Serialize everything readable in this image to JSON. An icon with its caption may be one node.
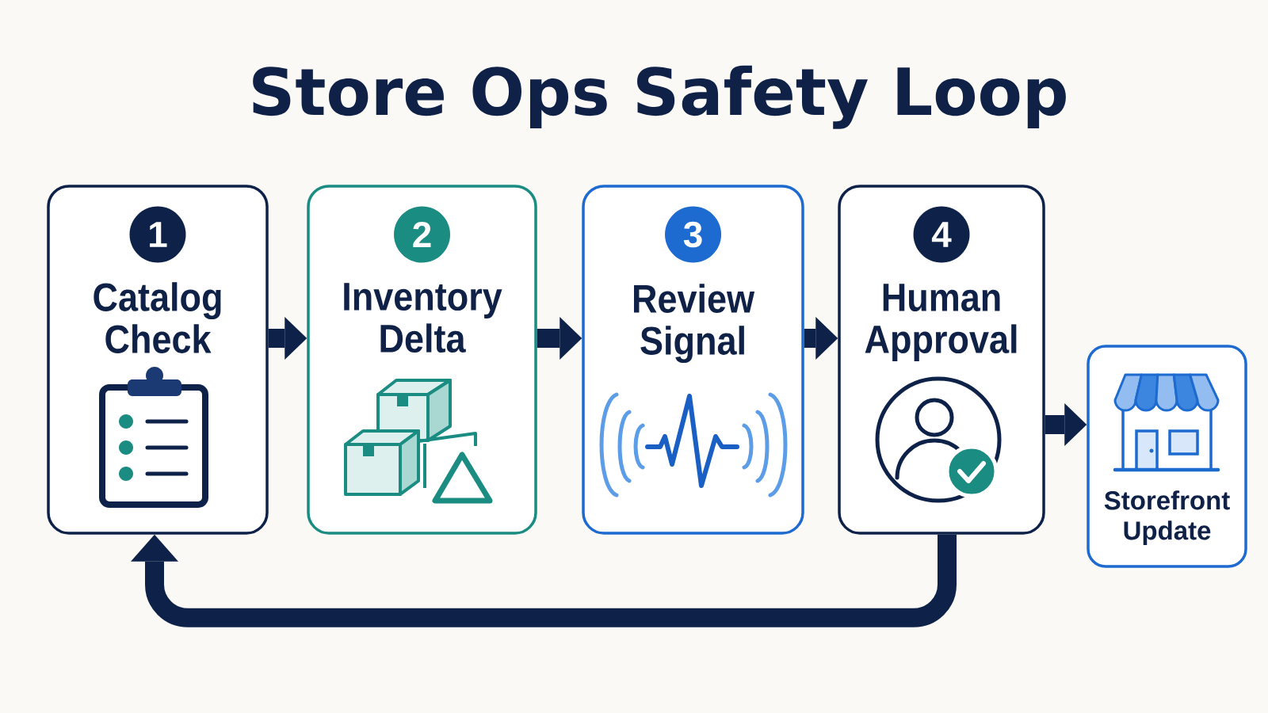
{
  "diagram": {
    "title": "Store Ops Safety Loop",
    "nodes": [
      {
        "text": [
          "Catalog Check"
        ]
      },
      {
        "text": [
          "1"
        ],
        "in": 0
      },
      {
        "text": [
          "Inventory Delta"
        ]
      },
      {
        "text": [
          "2"
        ],
        "in": 2
      },
      {
        "text": [
          "Review Signal"
        ]
      },
      {
        "text": [
          "3"
        ],
        "in": 4
      },
      {
        "text": [
          "Human Approval"
        ]
      },
      {
        "text": [
          "4"
        ],
        "in": 6
      },
      {
        "text": [
          "Storefront Update"
        ]
      }
    ],
    "edges": [
      {
        "from": 0,
        "to": 2,
        "arrow": "to"
      },
      {
        "from": 2,
        "to": 4,
        "arrow": "to"
      },
      {
        "from": 4,
        "to": 6,
        "arrow": "to"
      },
      {
        "from": 6,
        "to": 8,
        "arrow": "to"
      },
      {
        "from": 6,
        "to": 0,
        "arrow": "to"
      }
    ]
  }
}
